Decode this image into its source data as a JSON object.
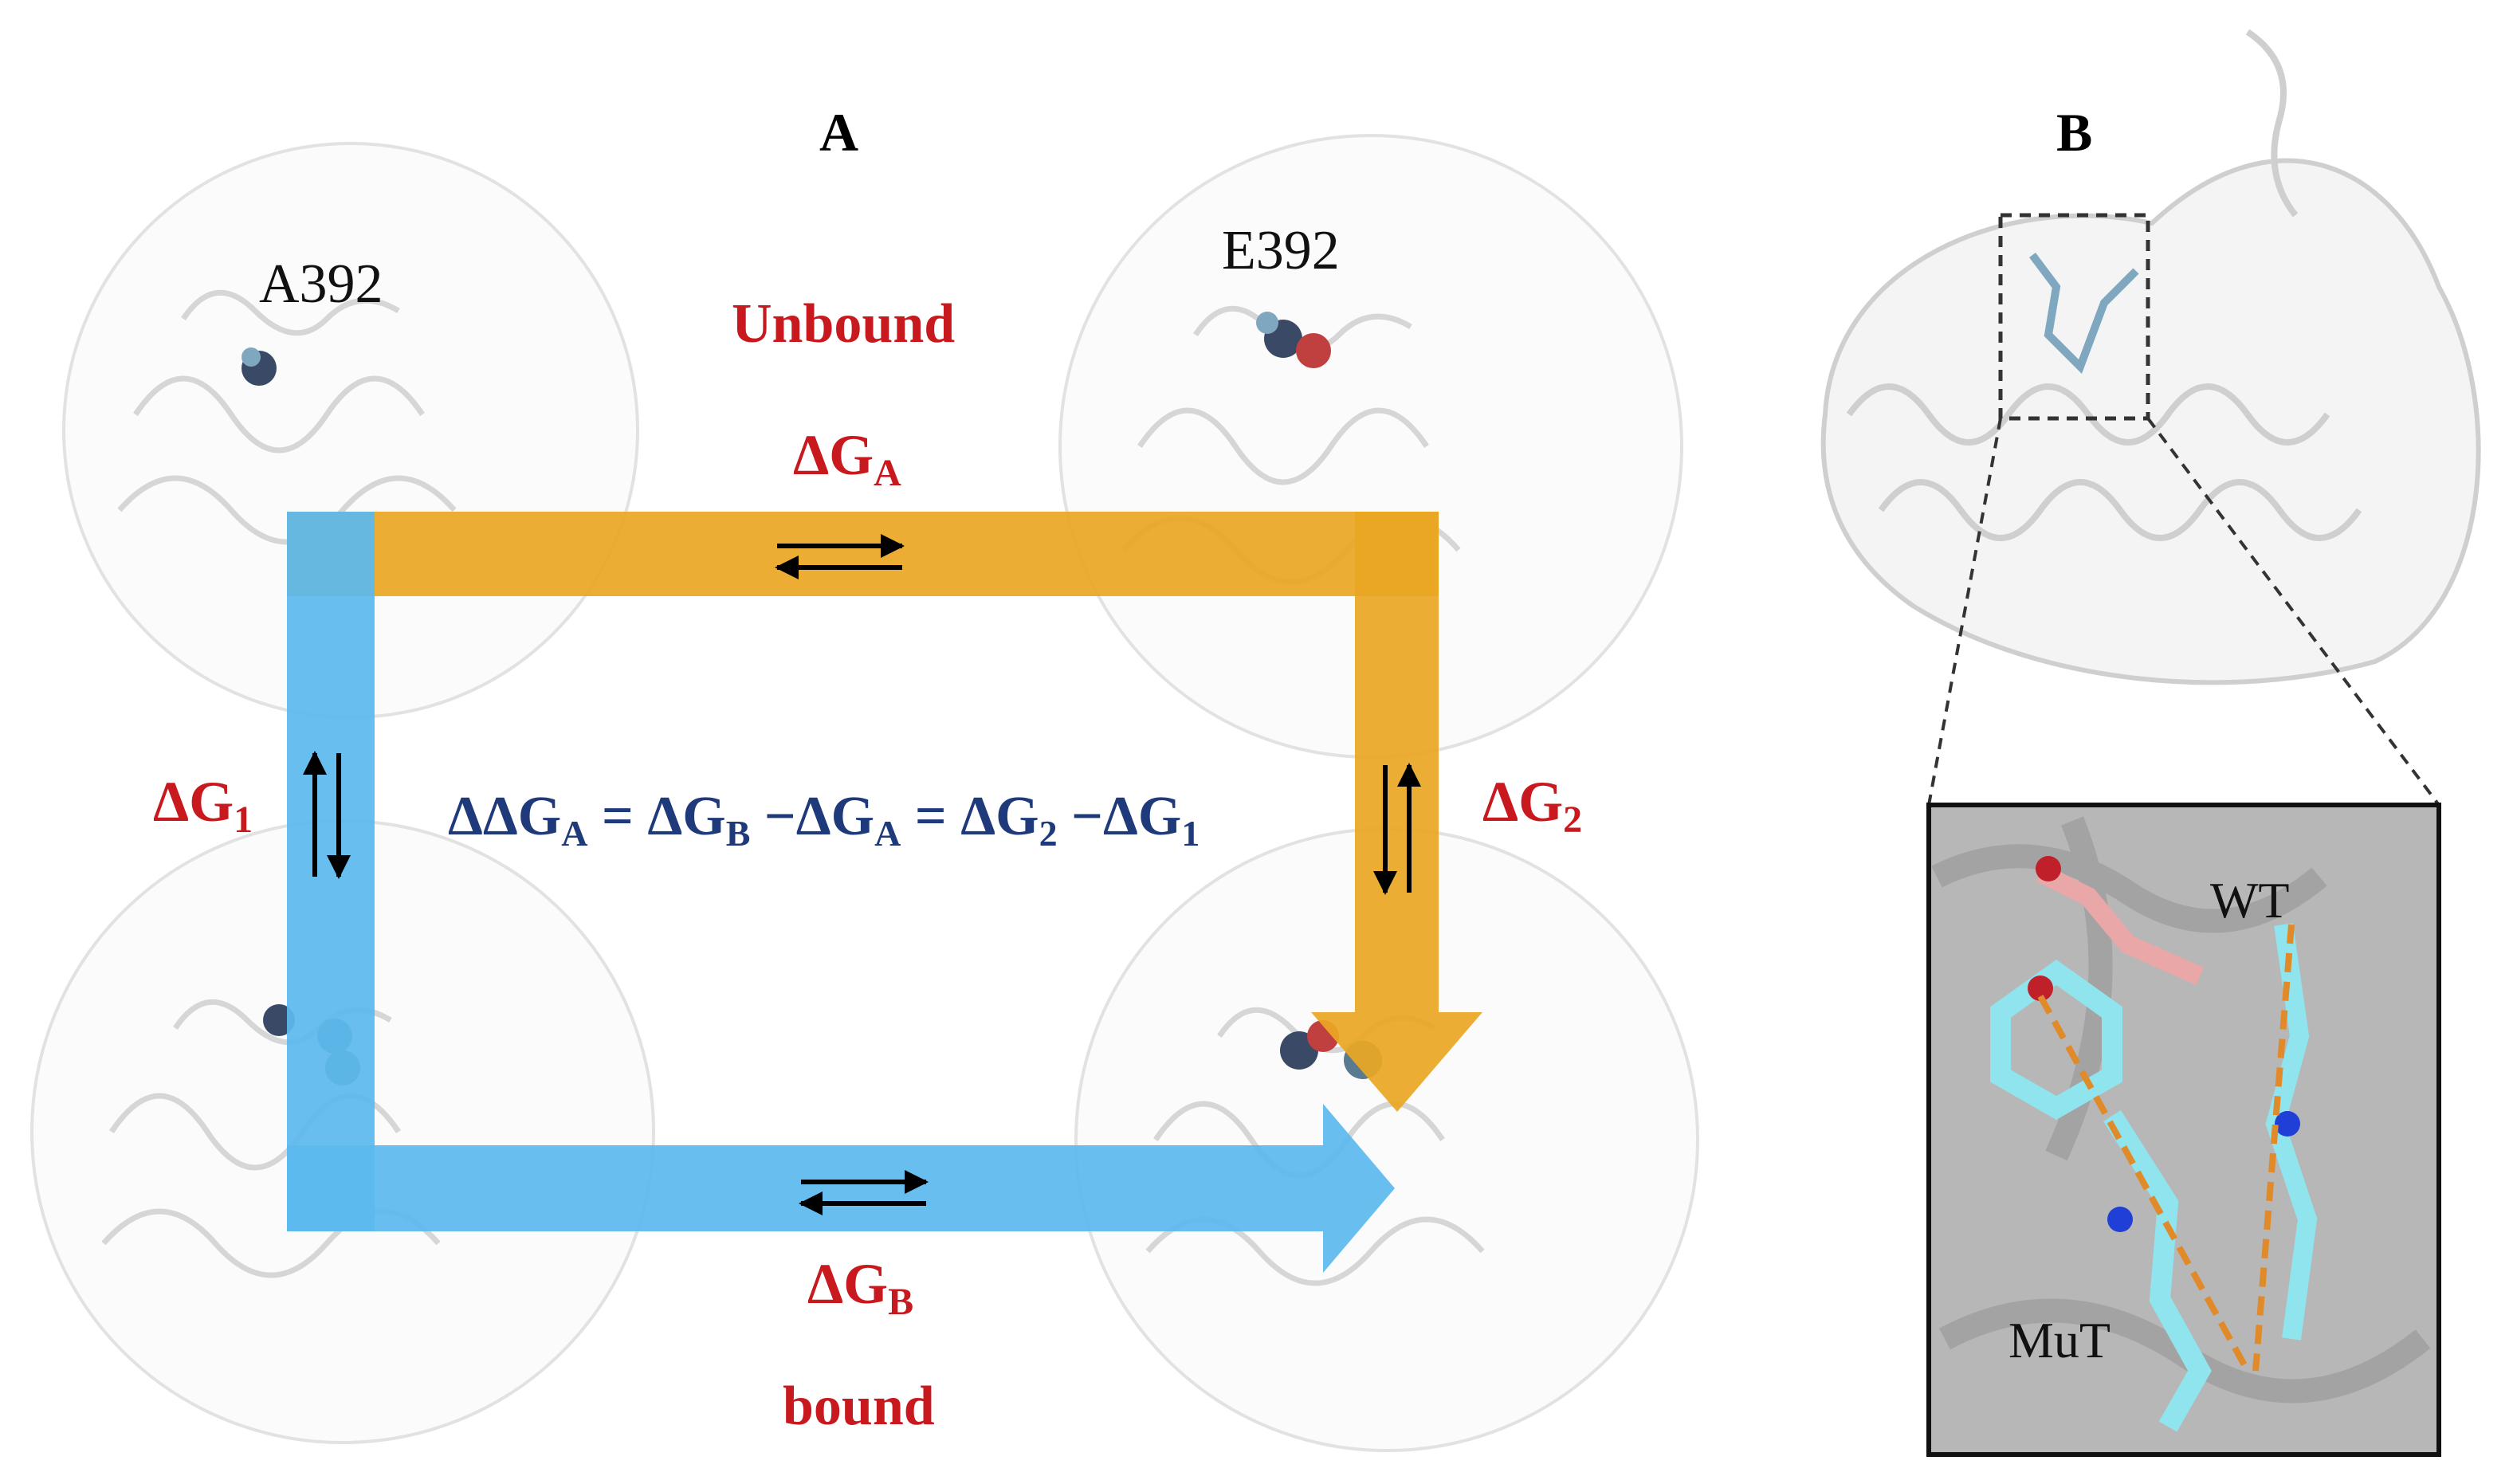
{
  "panels": {
    "a_letter": "A",
    "b_letter": "B"
  },
  "panel_a": {
    "residue_left": "A392",
    "residue_right": "E392",
    "state_top": "Unbound",
    "state_bottom": "bound",
    "dg_a": {
      "base": "ΔG",
      "sub": "A"
    },
    "dg_b": {
      "base": "ΔG",
      "sub": "B"
    },
    "dg_1": {
      "base": "ΔG",
      "sub": "1"
    },
    "dg_2": {
      "base": "ΔG",
      "sub": "2"
    },
    "equation": {
      "t1": "ΔΔG",
      "s1": "A",
      "t2": " = ΔG",
      "s2": "B",
      "t3": " −ΔG",
      "s3": "A",
      "t4": " =  ΔG",
      "s4": "2",
      "t5": " −ΔG",
      "s5": "1"
    }
  },
  "panel_b": {
    "label_wt": "WT",
    "label_mut": "MuT"
  },
  "colors": {
    "orange": "#eaa723",
    "blue": "#5db9ee",
    "red": "#c8191e",
    "navy": "#1f3a7a"
  }
}
